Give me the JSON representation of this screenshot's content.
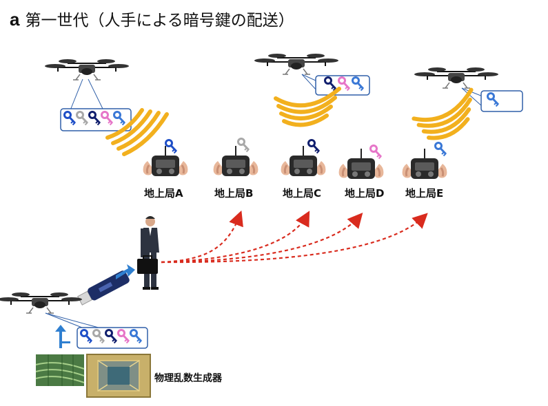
{
  "title": {
    "letter": "a",
    "text": "第一世代（人手による暗号鍵の配送）"
  },
  "stations": [
    {
      "label": "地上局A",
      "key_color": "#1f4fc7"
    },
    {
      "label": "地上局B",
      "key_color": "#a8a8a8"
    },
    {
      "label": "地上局C",
      "key_color": "#111f6e"
    },
    {
      "label": "地上局D",
      "key_color": "#e676c8"
    },
    {
      "label": "地上局E",
      "key_color": "#3a78d6"
    }
  ],
  "rng_label": "物理乱数生成器",
  "colors": {
    "signal": "#f2b01e",
    "arrow": "#d92b1e",
    "callout": "#2f5fa8",
    "usb_arrow": "#2f7fd0"
  },
  "icons": [
    "drone-icon",
    "key-icon",
    "signal-waves-icon",
    "controller-icon",
    "person-icon",
    "usb-stick-icon",
    "chip-icon"
  ]
}
